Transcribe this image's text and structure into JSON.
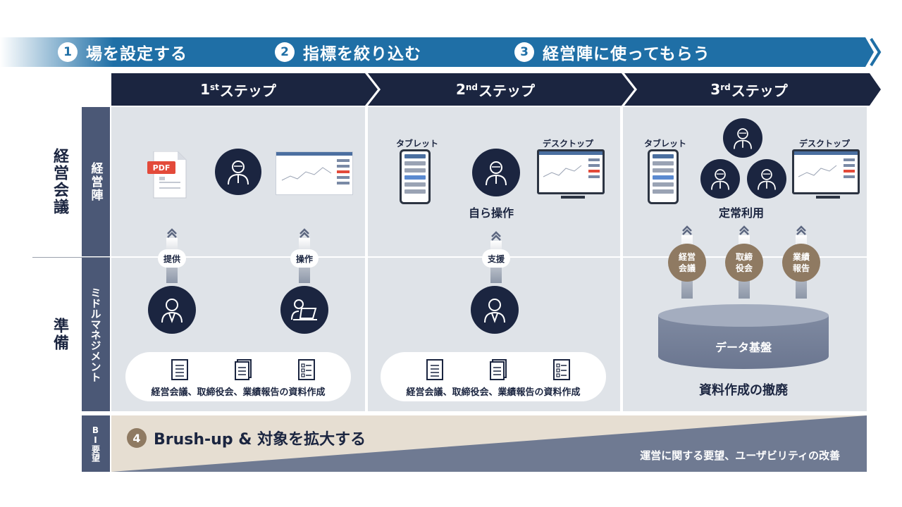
{
  "banner": {
    "phases": [
      {
        "num": "1",
        "label": "場を設定する"
      },
      {
        "num": "2",
        "label": "指標を絞り込む"
      },
      {
        "num": "3",
        "label": "経営陣に使ってもらう"
      }
    ]
  },
  "steps": [
    {
      "ordinal": "1",
      "suffix": "st",
      "label": "ステップ"
    },
    {
      "ordinal": "2",
      "suffix": "nd",
      "label": "ステップ"
    },
    {
      "ordinal": "3",
      "suffix": "rd",
      "label": "ステップ"
    }
  ],
  "rows": {
    "outer_top": "経営会議",
    "outer_bottom": "準備",
    "inner_top": "経営陣",
    "inner_mid": "ミドルマネジメント",
    "inner_bottom": "BI要望"
  },
  "step1": {
    "pdf_label": "PDF",
    "tag_left": "提供",
    "tag_right": "操作",
    "pill_text": "経営会議、取締役会、業績報告の資料作成"
  },
  "step2": {
    "tablet_label": "タブレット",
    "desktop_label": "デスクトップ",
    "caption": "自ら操作",
    "tag": "支援",
    "pill_text": "経営会議、取締役会、業績報告の資料作成"
  },
  "step3": {
    "tablet_label": "タブレット",
    "desktop_label": "デスクトップ",
    "caption": "定常利用",
    "circles": [
      "経営\n会議",
      "取締\n役会",
      "業績\n報告"
    ],
    "database_label": "データ基盤",
    "bottom_caption": "資料作成の撤廃"
  },
  "bottom": {
    "num": "4",
    "title": "Brush-up & 対象を拡大する",
    "subtitle": "運営に関する要望、ユーザビリティの改善"
  },
  "colors": {
    "navy": "#1b2540",
    "banner_blue": "#1f6fa6",
    "cell_bg": "#dfe3e8",
    "slate": "#4b5876",
    "brown": "#8f7a62",
    "beige": "#e6ded2"
  }
}
